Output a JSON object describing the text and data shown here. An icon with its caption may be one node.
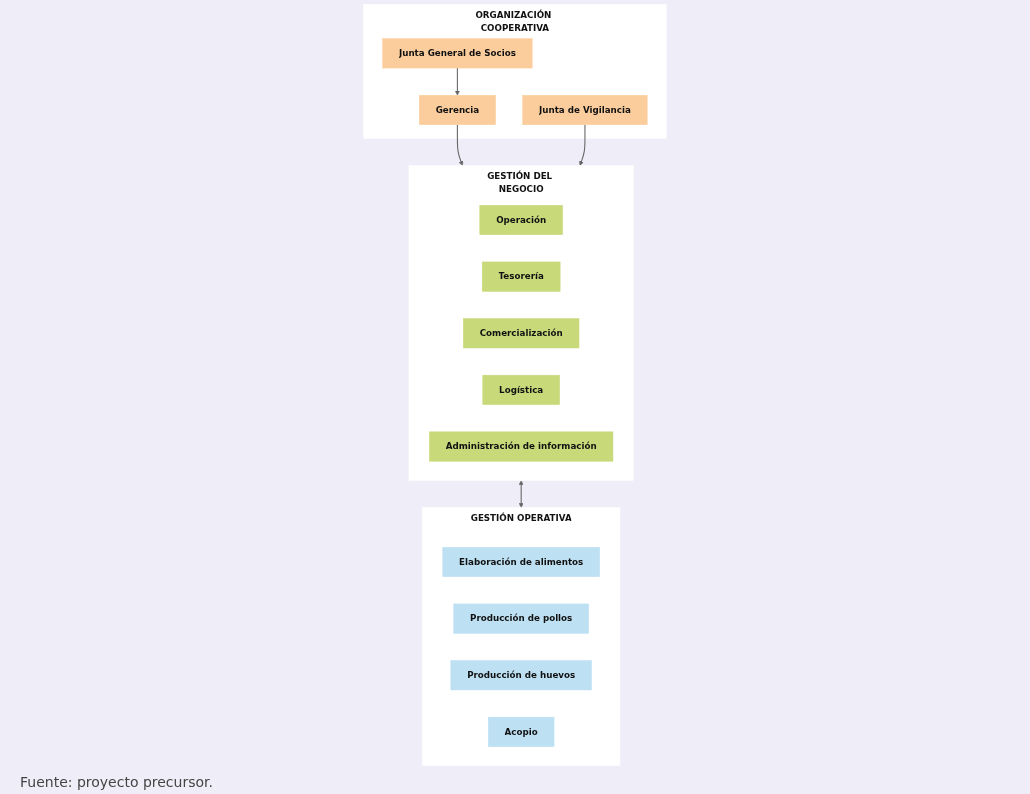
{
  "diagram": {
    "caption": "Fuente: proyecto precursor.",
    "nodes": [
      {
        "text": [
          "ORGANIZACIÓN COOPERATIVA"
        ]
      },
      {
        "text": [
          "Junta General de Socios"
        ],
        "in": 0
      },
      {
        "text": [
          "Gerencia"
        ],
        "in": 0
      },
      {
        "text": [
          "Junta de Vigilancia"
        ],
        "in": 0
      },
      {
        "text": [
          "GESTIÓN DEL NEGOCIO"
        ]
      },
      {
        "text": [
          "Operación"
        ],
        "in": 4
      },
      {
        "text": [
          "Tesorería"
        ],
        "in": 4
      },
      {
        "text": [
          "Comercialización"
        ],
        "in": 4
      },
      {
        "text": [
          "Logística"
        ],
        "in": 4
      },
      {
        "text": [
          "Administración de información"
        ],
        "in": 4
      },
      {
        "text": [
          "GESTIÓN OPERATIVA"
        ]
      },
      {
        "text": [
          "Elaboración de alimentos"
        ],
        "in": 10
      },
      {
        "text": [
          "Producción de pollos"
        ],
        "in": 10
      },
      {
        "text": [
          "Producción de huevos"
        ],
        "in": 10
      },
      {
        "text": [
          "Acopio"
        ],
        "in": 10
      }
    ],
    "edges": [
      {
        "from": 1,
        "to": 2,
        "arrow": "to"
      },
      {
        "from": 2,
        "to": 4,
        "arrow": "to"
      },
      {
        "from": 3,
        "to": 4,
        "arrow": "to"
      },
      {
        "from": 4,
        "to": 10,
        "arrow": "both"
      }
    ]
  }
}
